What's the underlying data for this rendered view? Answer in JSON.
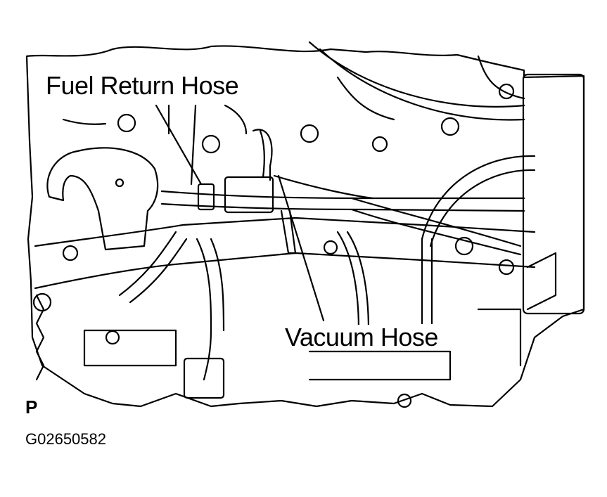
{
  "labels": {
    "fuel_return_hose": "Fuel Return Hose",
    "vacuum_hose": "Vacuum Hose",
    "reference_mark": "P",
    "figure_code": "G02650582"
  },
  "colors": {
    "ink": "#000000",
    "paper": "#ffffff"
  }
}
